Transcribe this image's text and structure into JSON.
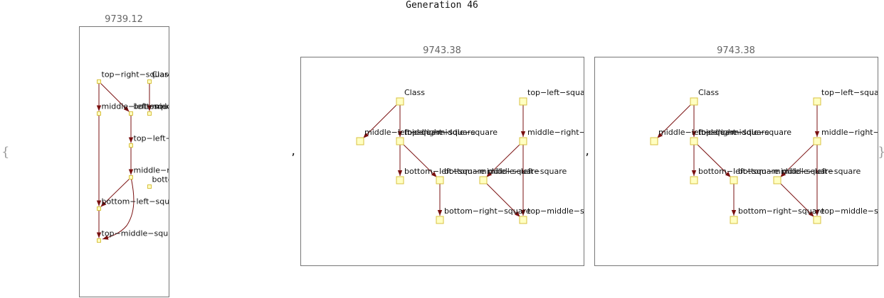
{
  "title": "Generation 46",
  "open_brace": "{",
  "close_brace": "}",
  "separator": ",",
  "colors": {
    "edge": "#7a1010",
    "node_fill": "#ffffc2",
    "node_stroke": "#d8c040",
    "frame": "#777777"
  },
  "graphs": [
    {
      "score": "9739.12",
      "nodes": [
        {
          "id": "trs",
          "label": "top−right−square"
        },
        {
          "id": "cls",
          "label": "Class"
        },
        {
          "id": "mls",
          "label": "middle−left−square"
        },
        {
          "id": "bms",
          "label": "bottom−middle−square"
        },
        {
          "id": "mms",
          "label": "middle−middle−square"
        },
        {
          "id": "tls",
          "label": "top−left−square"
        },
        {
          "id": "mrs",
          "label": "middle−right−square"
        },
        {
          "id": "brs",
          "label": "bottom−right−square"
        },
        {
          "id": "bls",
          "label": "bottom−left−square"
        },
        {
          "id": "tms",
          "label": "top−middle−square"
        }
      ],
      "edges": [
        [
          "trs",
          "mls"
        ],
        [
          "trs",
          "bms"
        ],
        [
          "cls",
          "mms"
        ],
        [
          "bms",
          "tls"
        ],
        [
          "tls",
          "mrs"
        ],
        [
          "mrs",
          "bls"
        ],
        [
          "mrs",
          "tms"
        ],
        [
          "bls",
          "tms"
        ],
        [
          "mls",
          "bls"
        ]
      ]
    },
    {
      "score": "9743.38",
      "nodes": [
        {
          "id": "cls",
          "label": "Class"
        },
        {
          "id": "tls",
          "label": "top−left−square"
        },
        {
          "id": "mls",
          "label": "middle−left−square"
        },
        {
          "id": "mms",
          "label": "middle−middle−square"
        },
        {
          "id": "trs",
          "label": "top−right−square"
        },
        {
          "id": "mrs",
          "label": "middle−right−square"
        },
        {
          "id": "bls",
          "label": "bottom−left−square"
        },
        {
          "id": "bms",
          "label": "bottom−middle−square"
        },
        {
          "id": "mls2",
          "label": "middle−left−square"
        },
        {
          "id": "brs",
          "label": "bottom−right−square"
        },
        {
          "id": "tms",
          "label": "top−middle−square"
        }
      ],
      "edges": [
        [
          "cls",
          "mls"
        ],
        [
          "cls",
          "trs"
        ],
        [
          "tls",
          "mrs"
        ],
        [
          "trs",
          "bls"
        ],
        [
          "trs",
          "bms"
        ],
        [
          "bms",
          "brs"
        ],
        [
          "mrs",
          "mls2"
        ],
        [
          "mrs",
          "tms"
        ],
        [
          "mls2",
          "tms"
        ]
      ]
    },
    {
      "score": "9743.38",
      "nodes": [
        {
          "id": "cls",
          "label": "Class"
        },
        {
          "id": "tls",
          "label": "top−left−square"
        },
        {
          "id": "mls",
          "label": "middle−left−square"
        },
        {
          "id": "mms",
          "label": "middle−middle−square"
        },
        {
          "id": "trs",
          "label": "top−right−square"
        },
        {
          "id": "mrs",
          "label": "middle−right−square"
        },
        {
          "id": "bls",
          "label": "bottom−left−square"
        },
        {
          "id": "bms",
          "label": "bottom−middle−square"
        },
        {
          "id": "mls2",
          "label": "middle−left−square"
        },
        {
          "id": "brs",
          "label": "bottom−right−square"
        },
        {
          "id": "tms",
          "label": "top−middle−square"
        }
      ],
      "edges": [
        [
          "cls",
          "mls"
        ],
        [
          "cls",
          "trs"
        ],
        [
          "tls",
          "mrs"
        ],
        [
          "trs",
          "bls"
        ],
        [
          "trs",
          "bms"
        ],
        [
          "bms",
          "brs"
        ],
        [
          "mrs",
          "mls2"
        ],
        [
          "mrs",
          "tms"
        ],
        [
          "mls2",
          "tms"
        ]
      ]
    }
  ]
}
